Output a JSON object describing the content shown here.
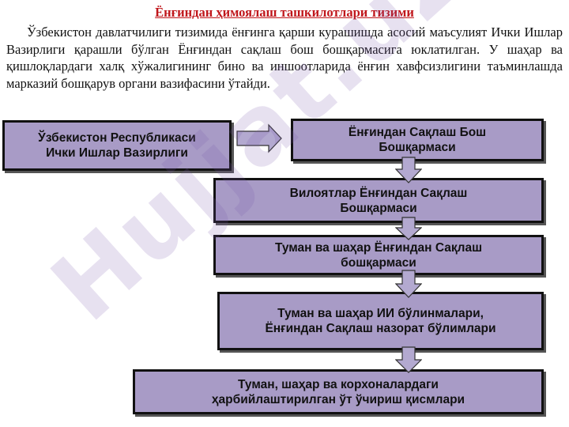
{
  "page": {
    "title": "Ёнғиндан ҳимоялаш ташкилотлари тизими",
    "paragraph": "Ўзбекистон давлатчилиги тизимида ёнғинга қарши курашишда асосий маъсулият Ички Ишлар Вазирлиги қарашли бўлган Ёнғиндан сақлаш бош бошқармасига юклатилган. У шаҳар ва қишлоқлардаги халқ хўжалигининг бино ва иншоотларида ёнғин хавфсизлигини таъминлашда марказий бошқарув органи вазифасини ўтайди."
  },
  "diagram": {
    "boxes": [
      {
        "line1": "Ўзбекистон Республикаси",
        "line2": "Ички Ишлар Вазирлиги"
      },
      {
        "line1": "Ёнғиндан Сақлаш Бош",
        "line2": "Бошқармаси"
      },
      {
        "line1": "Вилоятлар Ёнғиндан Сақлаш",
        "line2": "Бошқармаси"
      },
      {
        "line1": "Туман ва шаҳар Ёнғиндан Сақлаш",
        "line2": "бошқармаси"
      },
      {
        "line1": "Туман ва шаҳар ИИ бўлинмалари,",
        "line2": "Ёнғиндан Сақлаш назорат бўлимлари"
      },
      {
        "line1": "Туман, шаҳар ва корхоналардаги",
        "line2": "ҳарбийлаштирилган ўт ўчириш қисмлари"
      }
    ],
    "colors": {
      "box_fill": "#a89bc6",
      "arrow_fill": "#b3a9d0",
      "title_color": "#c0161b"
    }
  },
  "watermark": {
    "text": "Hujjat.uz"
  }
}
